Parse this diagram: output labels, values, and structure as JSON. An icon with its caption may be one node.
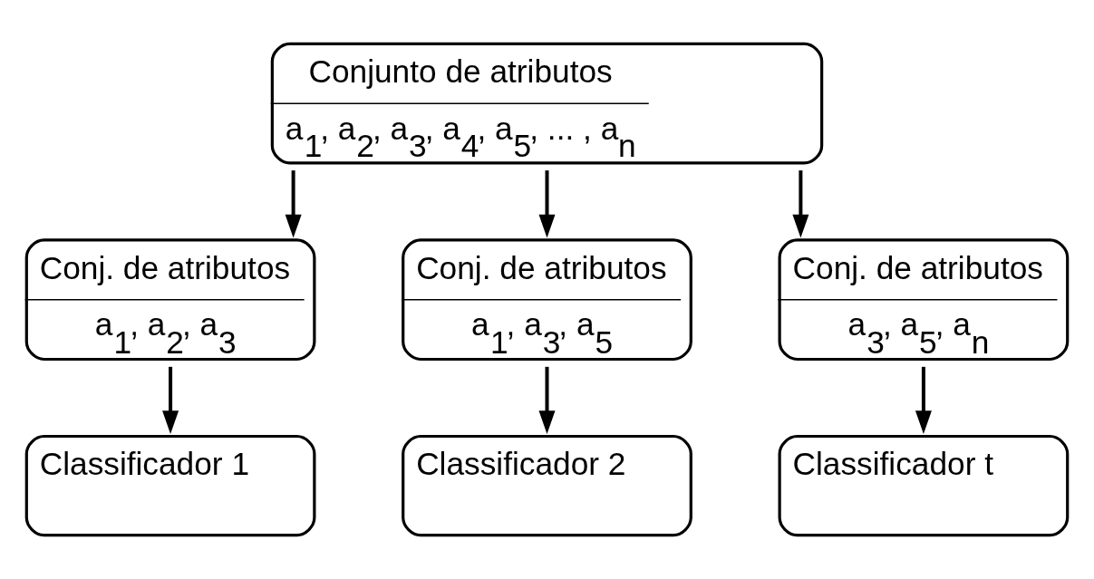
{
  "diagram": {
    "nodes": [
      {
        "text": [
          "Conjunto de atributos",
          "a$_{1}$, a$_{2}$, a$_{3}$, a$_{4}$, a$_{5}$, ... , a$_{n}$"
        ]
      },
      {
        "text": [
          "Conj. de atributos",
          "a$_{1}$, a$_{2}$, a$_{3}$"
        ]
      },
      {
        "text": [
          "Conj. de atributos",
          "a$_{1}$, a$_{3}$, a$_{5}$"
        ]
      },
      {
        "text": [
          "Conj. de atributos",
          "a$_{3}$, a$_{5}$, a$_{n}$"
        ]
      },
      {
        "text": [
          "Classificador 1"
        ]
      },
      {
        "text": [
          "Classificador 2"
        ]
      },
      {
        "text": [
          "Classificador t"
        ]
      }
    ],
    "edges": [
      {
        "from": 0,
        "to": 1,
        "arrow": "to"
      },
      {
        "from": 0,
        "to": 2,
        "arrow": "to"
      },
      {
        "from": 0,
        "to": 3,
        "arrow": "to"
      },
      {
        "from": 1,
        "to": 4,
        "arrow": "to"
      },
      {
        "from": 2,
        "to": 5,
        "arrow": "to"
      },
      {
        "from": 3,
        "to": 6,
        "arrow": "to"
      }
    ]
  }
}
